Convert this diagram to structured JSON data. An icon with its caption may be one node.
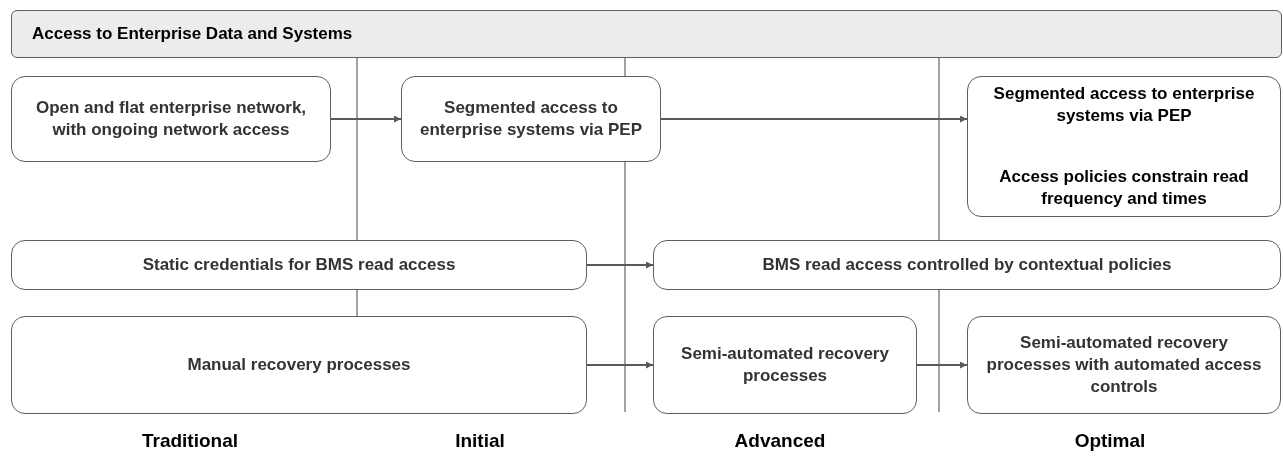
{
  "diagram": {
    "nodes": [
      {
        "text": [
          "Access to Enterprise Data and Systems"
        ]
      },
      {
        "text": [
          "Open and flat enterprise network, with ongoing network access"
        ]
      },
      {
        "text": [
          "Segmented access to enterprise systems via PEP"
        ]
      },
      {
        "text": [
          "Segmented access to enterprise systems via PEP",
          "Access policies constrain read frequency and times"
        ]
      },
      {
        "text": [
          "Static credentials for BMS read access"
        ]
      },
      {
        "text": [
          "BMS read access controlled by contextual policies"
        ]
      },
      {
        "text": [
          "Manual recovery processes"
        ]
      },
      {
        "text": [
          "Semi-automated recovery processes"
        ]
      },
      {
        "text": [
          "Semi-automated recovery processes with automated access controls"
        ]
      }
    ],
    "edges": [
      {
        "from": 1,
        "to": 2,
        "arrow": "to"
      },
      {
        "from": 2,
        "to": 3,
        "arrow": "to"
      },
      {
        "from": 4,
        "to": 5,
        "arrow": "to"
      },
      {
        "from": 6,
        "to": 7,
        "arrow": "to"
      },
      {
        "from": 7,
        "to": 8,
        "arrow": "to"
      }
    ],
    "labels": [
      "Traditional",
      "Initial",
      "Advanced",
      "Optimal"
    ]
  }
}
